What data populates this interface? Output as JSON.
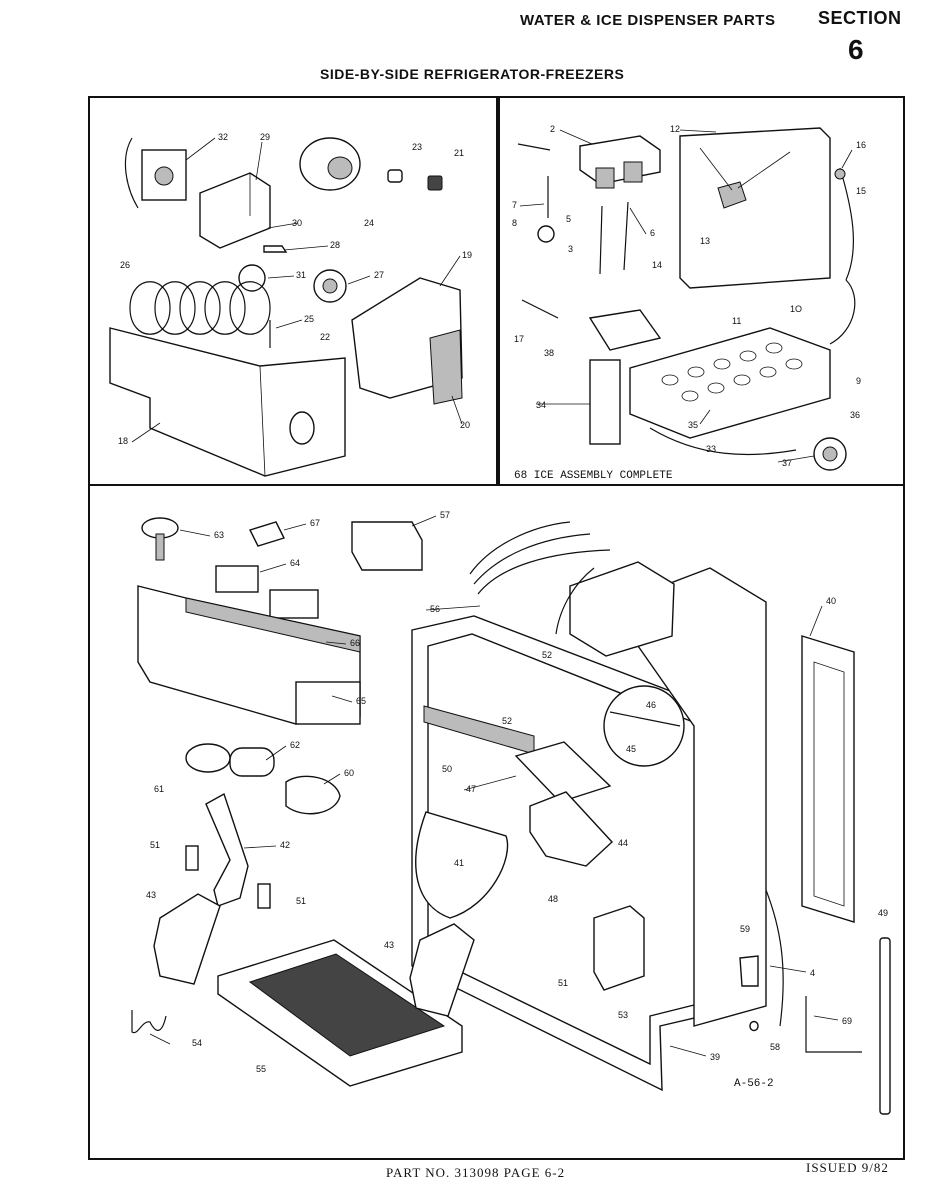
{
  "header": {
    "title": "WATER & ICE DISPENSER PARTS",
    "section_label": "SECTION",
    "section_number": "6",
    "subtitle": "SIDE-BY-SIDE REFRIGERATOR-FREEZERS"
  },
  "panel_b": {
    "caption": "68 ICE ASSEMBLY COMPLETE"
  },
  "panel_c": {
    "drawing_id": "A-56-2"
  },
  "footer": {
    "part_no": "PART NO. 313098  PAGE 6-2",
    "issued": "ISSUED 9/82"
  },
  "callouts": {
    "a": [
      "32",
      "29",
      "23",
      "21",
      "24",
      "30",
      "28",
      "31",
      "26",
      "27",
      "19",
      "25",
      "22",
      "18",
      "20"
    ],
    "b": [
      "2",
      "12",
      "16",
      "15",
      "7",
      "8",
      "5",
      "6",
      "3",
      "14",
      "13",
      "1O",
      "9",
      "11",
      "17",
      "38",
      "34",
      "36",
      "35",
      "33",
      "37"
    ],
    "c": [
      "63",
      "67",
      "57",
      "64",
      "66",
      "65",
      "56",
      "52",
      "40",
      "52",
      "46",
      "45",
      "62",
      "60",
      "61",
      "50",
      "47",
      "44",
      "51",
      "42",
      "41",
      "43",
      "48",
      "51",
      "43",
      "51",
      "53",
      "49",
      "59",
      "4",
      "69",
      "54",
      "55",
      "39",
      "58"
    ]
  }
}
